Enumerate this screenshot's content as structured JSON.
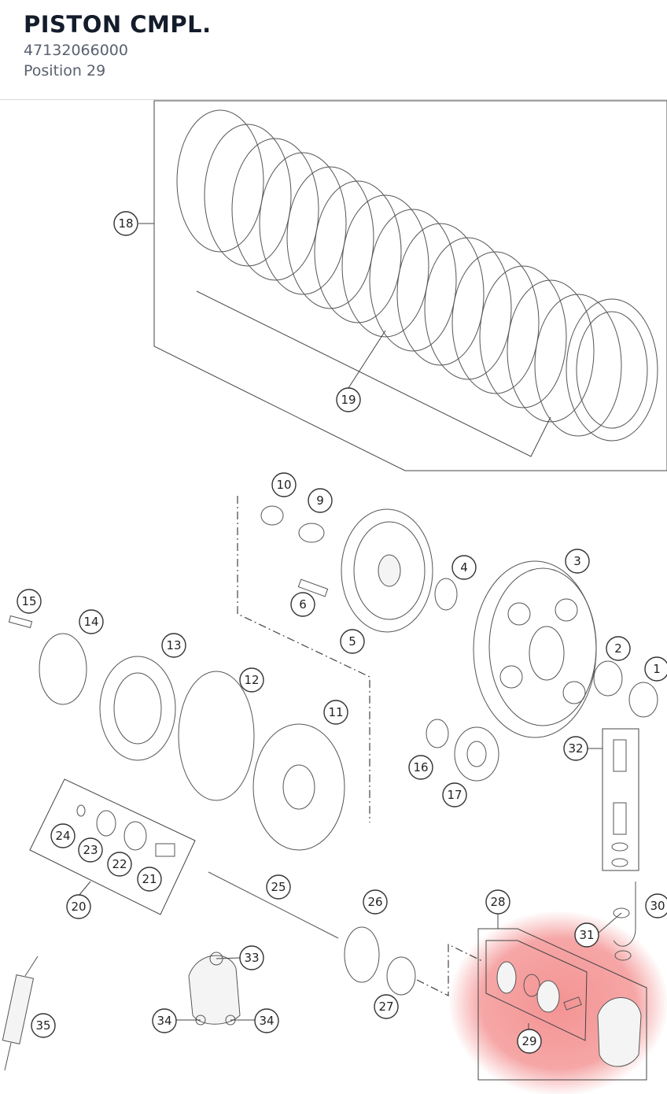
{
  "header": {
    "title": "PISTON CMPL.",
    "part_number": "47132066000",
    "position": "Position 29"
  },
  "highlight_color": "#f28080",
  "callouts": [
    "1",
    "2",
    "3",
    "4",
    "5",
    "6",
    "9",
    "10",
    "11",
    "12",
    "13",
    "14",
    "15",
    "16",
    "17",
    "18",
    "19",
    "20",
    "21",
    "22",
    "23",
    "24",
    "25",
    "26",
    "27",
    "28",
    "29",
    "30",
    "31",
    "32",
    "33",
    "34",
    "34",
    "35"
  ]
}
